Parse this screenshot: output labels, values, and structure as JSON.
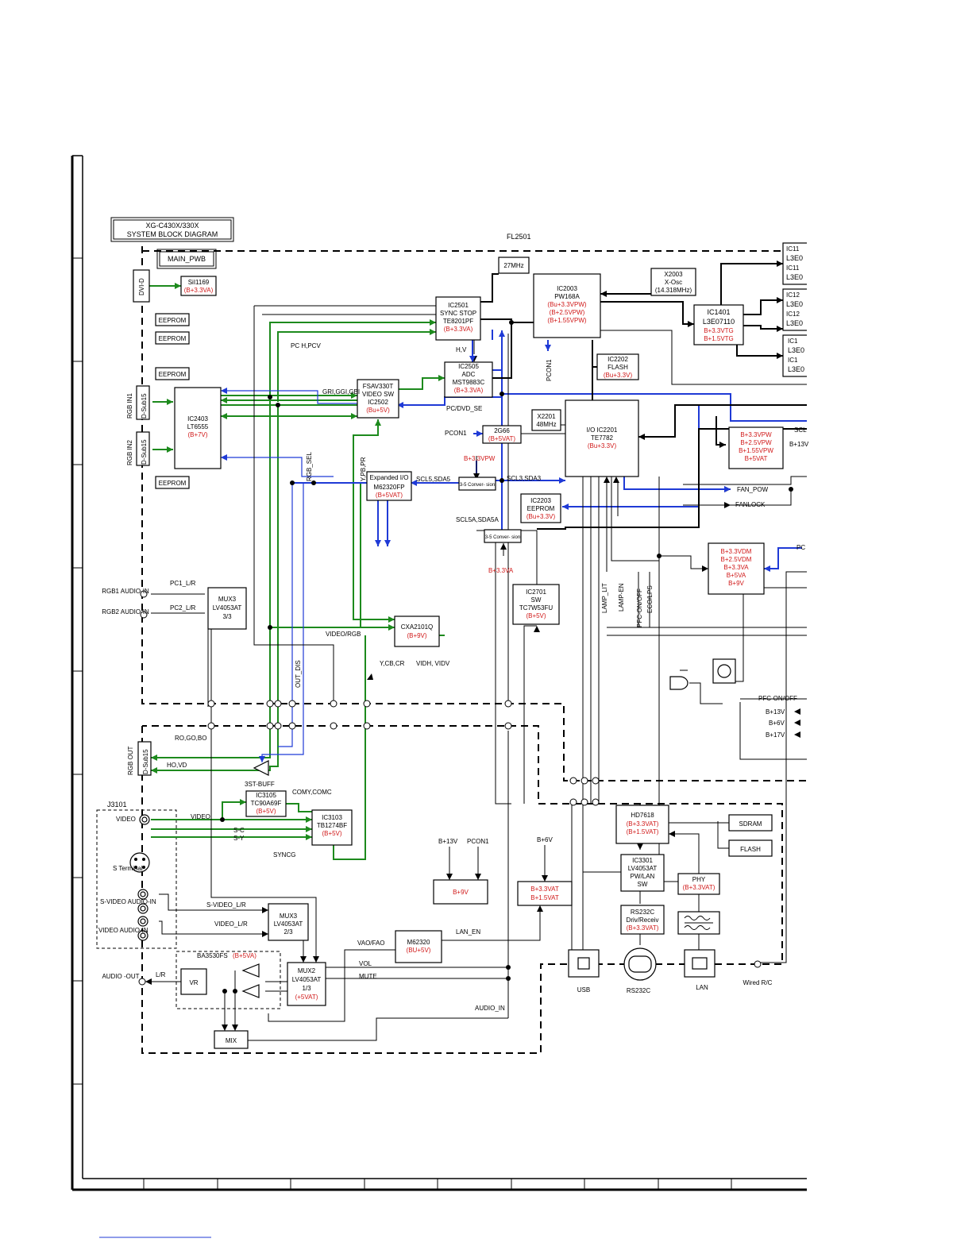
{
  "title": {
    "line1": "XG-C430X/330X",
    "line2": "SYSTEM BLOCK DIAGRAM"
  },
  "fl": "FL2501",
  "main_pwb": "MAIN_PWB",
  "connectors": {
    "dvi": "DVI-D",
    "rgb_in1": "RGB IN1",
    "rgb_in2": "RGB IN2",
    "dsub": "D-Sub15",
    "rgb_out": "RGB OUT",
    "j3101": "J3101",
    "video": "VIDEO",
    "s_terminal": "S Terminal",
    "s_video_audio": "S-VIDEO AUDIO-IN",
    "video_audio": "VIDEO AUDIO-IN",
    "rgb1_audio": "RGB1 AUDIO-IN",
    "rgb2_audio": "RGB2 AUDIO-IN",
    "audio_out": "AUDIO -OUT",
    "usb": "USB",
    "rs232c": "RS232C",
    "lan": "LAN",
    "wired_rc": "Wired R/C"
  },
  "blocks": {
    "sii": {
      "name": "SiI1169",
      "pwr": "(B+3.3VA)"
    },
    "eeprom": "EEPROM",
    "ic2403": {
      "l1": "IC2403",
      "l2": "LT6555",
      "pwr": "(B+7V)"
    },
    "osc27": "27MHz",
    "ic2501": {
      "l1": "IC2501",
      "l2": "SYNC STOP",
      "l3": "TE8201PF",
      "pwr": "(B+3.3VA)"
    },
    "ic2505": {
      "l1": "IC2505",
      "l2": "ADC",
      "l3": "MST9883C",
      "pwr": "(B+3.3VA)"
    },
    "ic2502": {
      "l1": "FSAV330T",
      "l2": "VIDEO SW",
      "l3": "IC2502",
      "pwr": "(Bu+5V)"
    },
    "ic2003": {
      "l1": "IC2003",
      "l2": "PW168A",
      "p1": "(Bu+3.3VPW)",
      "p2": "(B+2.5VPW)",
      "p3": "(B+1.55VPW)"
    },
    "x2003": {
      "l1": "X2003",
      "l2": "X-Osc",
      "l3": "(14.318MHz)"
    },
    "ic1401": {
      "l1": "IC1401",
      "l2": "L3E07110",
      "p1": "B+3.3VTG",
      "p2": "B+1.5VTG"
    },
    "ic_r1": {
      "a": "IC11",
      "b": "L3E0",
      "c": "IC11",
      "d": "L3E0"
    },
    "ic_r2": {
      "a": "IC12",
      "b": "L3E0",
      "c": "IC12",
      "d": "L3E0"
    },
    "ic_r3": {
      "a": "IC1",
      "b": "L3E0",
      "c": "IC1",
      "d": "L3E0"
    },
    "ic2202": {
      "l1": "IC2202",
      "l2": "FLASH",
      "pwr": "(Bu+3.3V)"
    },
    "x2201": {
      "l1": "X2201",
      "l2": "48MHz"
    },
    "ic2201": {
      "l1": "I/O IC2201",
      "l2": "TE7782",
      "pwr": "(Bu+3.3V)"
    },
    "pwr1": {
      "a": "B+3.3VPW",
      "b": "B+2.5VPW",
      "c": "B+1.55VPW",
      "d": "B+5VAT"
    },
    "q2g66": {
      "l1": "2G66",
      "pwr": "(B+5VAT)"
    },
    "expio": {
      "l1": "Expanded I/O",
      "l2": "M62320FP",
      "pwr": "(B+5VAT)"
    },
    "conv1": "3-5 Conver- sion",
    "conv2": "3-5 Conver- sion",
    "ic2203": {
      "l1": "IC2203",
      "l2": "EEPROM",
      "pwr": "(Bu+3.3V)"
    },
    "pwr2": {
      "a": "B+3.3VDM",
      "b": "B+2.5VDM",
      "c": "B+3.3VA",
      "d": "B+5VA",
      "e": "B+9V"
    },
    "ic2701": {
      "l1": "IC2701",
      "l2": "SW",
      "l3": "TC7W53FU",
      "pwr": "(B+5V)"
    },
    "mux3a": {
      "l1": "MUX3",
      "l2": "LV4053AT",
      "l3": "3/3"
    },
    "cxa": {
      "l1": "CXA2101Q",
      "pwr": "(B+9V)"
    },
    "ic3105": {
      "l1": "IC3105",
      "l2": "TC90A69F",
      "pwr": "(B+5V)"
    },
    "ic3103": {
      "l1": "IC3103",
      "l2": "TB1274BF",
      "pwr": "(B+5V)"
    },
    "b9v": "B+9V",
    "pwr3": {
      "a": "B+3.3VAT",
      "b": "B+1.5VAT"
    },
    "hd7618": {
      "l1": "HD7618",
      "p1": "(B+3.3VAT)",
      "p2": "(B+1.5VAT)"
    },
    "sdram": "SDRAM",
    "flash": "FLASH",
    "ic3301": {
      "l1": "IC3301",
      "l2": "LV4053AT",
      "l3": "PW/LAN",
      "l4": "SW"
    },
    "rs232drv": {
      "l1": "RS232C",
      "l2": "Driv/Receiv",
      "pwr": "(B+3.3VAT)"
    },
    "phy": {
      "l1": "PHY",
      "pwr": "(B+3.3VAT)"
    },
    "mux3b": {
      "l1": "MUX3",
      "l2": "LV4053AT",
      "l3": "2/3"
    },
    "m62320": {
      "l1": "M62320",
      "pwr": "(BU+5V)"
    },
    "mux2": {
      "l1": "MUX2",
      "l2": "LV4053AT",
      "l3": "1/3",
      "pwr": "(+5VAT)"
    },
    "ba3530": {
      "l1": "BA3530FS",
      "pwr": "(B+5VA)"
    },
    "vr": "VR",
    "mix": "MIX"
  },
  "signals": {
    "pc_hpcv": "PC H,PCV",
    "hv": "H,V",
    "pcon1": "PCON1",
    "pc_dvd": "PC/DVD_SE",
    "grgg": "GRI,GGI,GBI",
    "rgb_sel": "RGB_SEL",
    "ypbpr": "Y,PB,PR",
    "scl5": "SCL5,SDA5",
    "scl3": "SCL3,SDA3",
    "scl5a": "SCL5A,SDA5A",
    "b33vpw": "B+3.3VPW",
    "b33va": "B+3.3VA",
    "pcon1b": "PCON1",
    "fan_pow": "FAN_POW",
    "fanlock": "FANLOCK",
    "scl": "SCL",
    "b13v": "B+13V",
    "pc": "PC",
    "lamp_lit": "LAMP_LIT",
    "lamp_en": "LAMP-EN",
    "pfc": "PFC-ON/OFF",
    "eco": "ECO/LPS",
    "pc1": "PC1_L/R",
    "pc2": "PC2_L/R",
    "video_rgb": "VIDEO/RGB",
    "ycbcr": "Y,CB,CR",
    "vidh": "VIDH, VIDV",
    "out_dis": "OUT_DIS",
    "pfc2": "PFC-ON/OFF",
    "b13v2": "B+13V",
    "b6v": "B+6V",
    "b17v": "B+17V",
    "ro": "RO,GO,BO",
    "ho": "HO,VD",
    "buff": "3ST-BUFF",
    "comy": "COMY,COMC",
    "video_l": "VIDEO",
    "sc": "S-C",
    "sy": "S-Y",
    "syncg": "SYNCG",
    "b13v3": "B+13V",
    "pcon1c": "PCON1",
    "b6v2": "B+6V",
    "svideo_lr": "S-VIDEO_L/R",
    "video_lr": "VIDEO_L/R",
    "lan_en": "LAN_EN",
    "vao": "VAO/FAO",
    "vol": "VOL",
    "mute": "MUTE",
    "audio_in": "AUDIO_IN",
    "lr": "L/R"
  }
}
